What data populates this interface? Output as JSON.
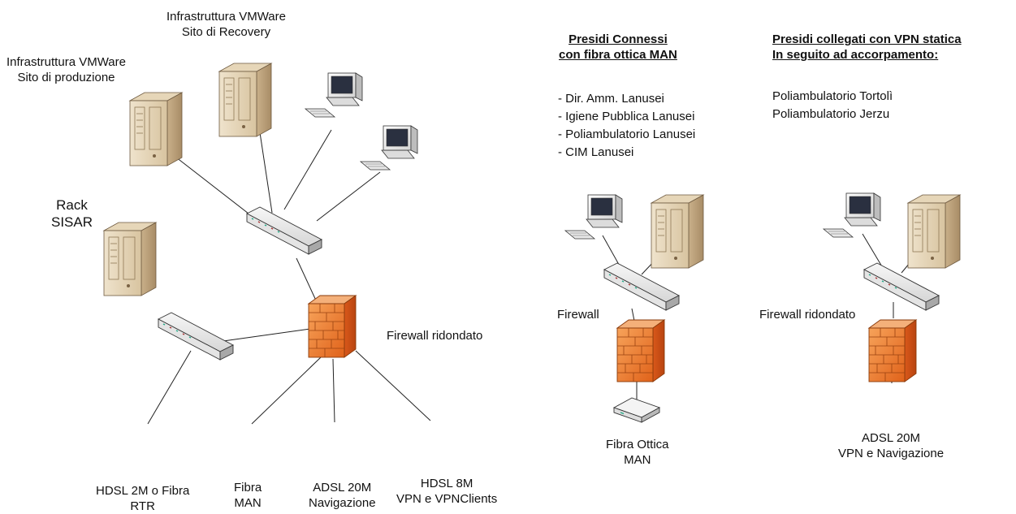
{
  "network": {
    "vmware_recovery": [
      "Infrastruttura VMWare",
      "Sito di Recovery"
    ],
    "vmware_production": [
      "Infrastruttura VMWare",
      "Sito di produzione"
    ],
    "rack": [
      "Rack",
      "SISAR"
    ],
    "firewall_label": "Firewall ridondato",
    "wan_links": [
      [
        "HDSL 2M o Fibra",
        "RTR"
      ],
      [
        "Fibra",
        "MAN"
      ],
      [
        "ADSL 20M",
        "Navigazione"
      ],
      [
        "HDSL 8M",
        "VPN e VPNClients"
      ]
    ]
  },
  "man_sites": {
    "title": [
      "Presidi Connessi",
      "con fibra ottica MAN"
    ],
    "items": [
      "- Dir. Amm. Lanusei",
      "- Igiene Pubblica Lanusei",
      "- Poliambulatorio Lanusei",
      "- CIM Lanusei"
    ],
    "firewall_label": "Firewall",
    "link_label": [
      "Fibra Ottica",
      "MAN"
    ]
  },
  "vpn_sites": {
    "title": [
      "Presidi collegati con VPN statica",
      "In seguito ad accorpamento:"
    ],
    "items": [
      "Poliambulatorio Tortolì",
      "Poliambulatorio Jerzu"
    ],
    "firewall_label": "Firewall ridondato",
    "link_label": [
      "ADSL 20M",
      "VPN e Navigazione"
    ]
  }
}
